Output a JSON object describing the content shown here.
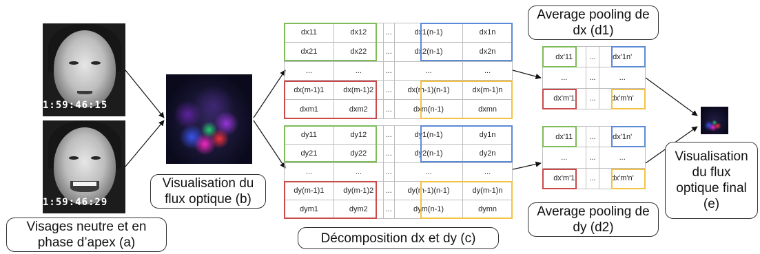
{
  "captions": {
    "a": "Visages neutre et en phase d’apex (a)",
    "b": "Visualisation du flux optique (b)",
    "c": "Décomposition dx et dy (c)",
    "d1": "Average pooling de dx (d1)",
    "d2": "Average pooling de dy (d2)",
    "e": "Visualisation du flux optique final (e)"
  },
  "photos": {
    "neutral_timestamp": "1:59:46:15",
    "apex_timestamp": "1:59:46:29"
  },
  "dx_grid": [
    [
      "dx11",
      "dx12",
      "...",
      "dx1(n-1)",
      "dx1n"
    ],
    [
      "dx21",
      "dx22",
      "...",
      "dx2(n-1)",
      "dx2n"
    ],
    [
      "...",
      "...",
      "...",
      "...",
      "..."
    ],
    [
      "dx(m-1)1",
      "dx(m-1)2",
      "...",
      "dx(m-1)(n-1)",
      "dx(m-1)n"
    ],
    [
      "dxm1",
      "dxm2",
      "...",
      "dxm(n-1)",
      "dxmn"
    ]
  ],
  "dy_grid": [
    [
      "dy11",
      "dy12",
      "...",
      "dy1(n-1)",
      "dy1n"
    ],
    [
      "dy21",
      "dy22",
      "...",
      "dy2(n-1)",
      "dy2n"
    ],
    [
      "...",
      "...",
      "...",
      "...",
      "..."
    ],
    [
      "dy(m-1)1",
      "dy(m-1)2",
      "...",
      "dy(m-1)(n-1)",
      "dy(m-1)n"
    ],
    [
      "dym1",
      "dym2",
      "...",
      "dym(n-1)",
      "dymn"
    ]
  ],
  "dx_pool_grid": [
    [
      "dx'11",
      "...",
      "dx'1n'"
    ],
    [
      "...",
      "...",
      "..."
    ],
    [
      "dx'm'1",
      "...",
      "dx'm'n'"
    ]
  ],
  "dy_pool_grid": [
    [
      "dx'11",
      "...",
      "dx'1n'"
    ],
    [
      "...",
      "...",
      "..."
    ],
    [
      "dx'm'1",
      "...",
      "dx'm'n'"
    ]
  ],
  "colors": {
    "green": "#7ebc59",
    "blue": "#5b8ad6",
    "red": "#c94a4a",
    "yellow": "#f3c244"
  }
}
